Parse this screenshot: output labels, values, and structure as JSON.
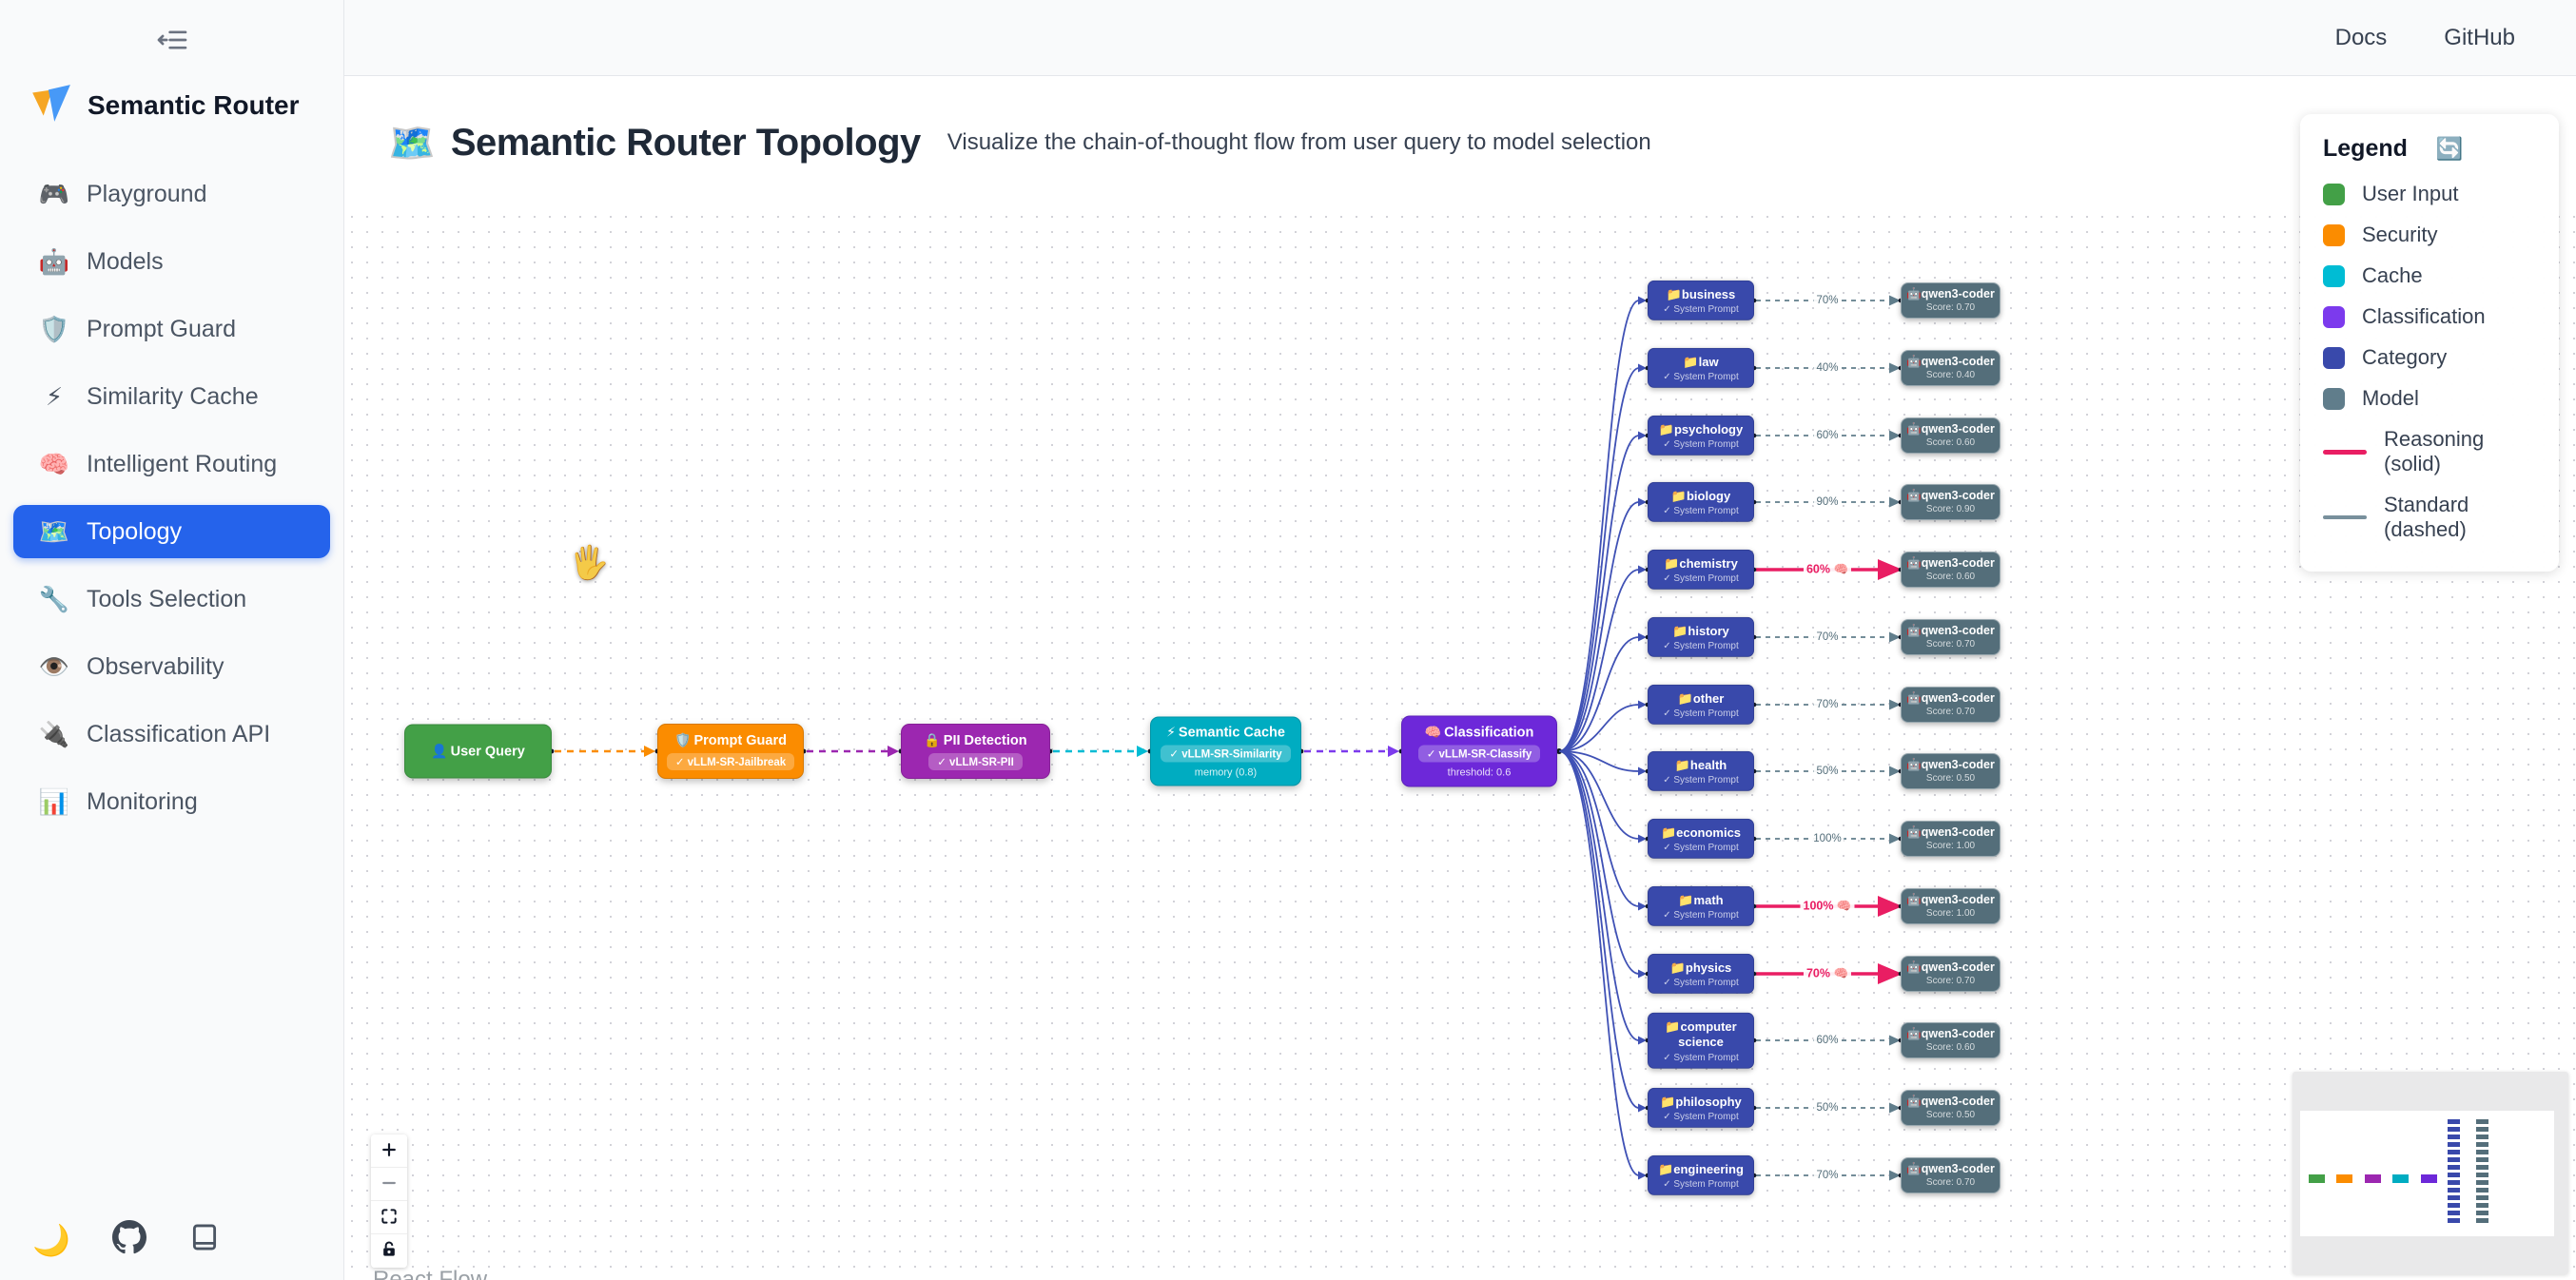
{
  "topbar": {
    "links": [
      {
        "label": "Docs"
      },
      {
        "label": "GitHub"
      }
    ]
  },
  "sidebar": {
    "logo_text": "Semantic Router",
    "items": [
      {
        "icon": "🎮",
        "label": "Playground"
      },
      {
        "icon": "🤖",
        "label": "Models"
      },
      {
        "icon": "🛡️",
        "label": "Prompt Guard"
      },
      {
        "icon": "⚡",
        "label": "Similarity Cache"
      },
      {
        "icon": "🧠",
        "label": "Intelligent Routing"
      },
      {
        "icon": "🗺️",
        "label": "Topology",
        "active": true
      },
      {
        "icon": "🔧",
        "label": "Tools Selection"
      },
      {
        "icon": "👁️",
        "label": "Observability"
      },
      {
        "icon": "🔌",
        "label": "Classification API"
      },
      {
        "icon": "📊",
        "label": "Monitoring"
      }
    ],
    "footer": {
      "theme_icon": "🌙"
    }
  },
  "page": {
    "icon": "🗺️",
    "title": "Semantic Router Topology",
    "subtitle": "Visualize the chain-of-thought flow from user query to model selection"
  },
  "legend": {
    "title": "Legend",
    "refresh_icon": "🔄",
    "items": [
      {
        "label": "User Input",
        "color": "#43a047"
      },
      {
        "label": "Security",
        "color": "#fb8c00"
      },
      {
        "label": "Cache",
        "color": "#00bcd4"
      },
      {
        "label": "Classification",
        "color": "#7c3aed"
      },
      {
        "label": "Category",
        "color": "#3949ab"
      },
      {
        "label": "Model",
        "color": "#607d8b"
      }
    ],
    "lines": [
      {
        "label": "Reasoning (solid)",
        "color": "#e91e63",
        "style": "solid"
      },
      {
        "label": "Standard (dashed)",
        "color": "#78909c",
        "style": "dashed"
      }
    ]
  },
  "flow": {
    "pipeline": [
      {
        "icon": "👤",
        "label": "User Query",
        "color": "#43a047"
      },
      {
        "icon": "🛡️",
        "label": "Prompt Guard",
        "badge": "✓ vLLM-SR-Jailbreak",
        "color": "#fb8c00"
      },
      {
        "icon": "🔒",
        "label": "PII Detection",
        "badge": "✓ vLLM-SR-PII",
        "color": "#9c27b0"
      },
      {
        "icon": "⚡",
        "label": "Semantic Cache",
        "badge": "✓ vLLM-SR-Similarity",
        "sub": "memory (0.8)",
        "color": "#00acc1"
      },
      {
        "icon": "🧠",
        "label": "Classification",
        "badge": "✓ vLLM-SR-Classify",
        "sub": "threshold: 0.6",
        "color": "#6d28d9"
      }
    ],
    "pipeline_edge_colors": [
      "#fb8c00",
      "#9c27b0",
      "#00bcd4",
      "#7c3aed"
    ],
    "category_icon": "📁",
    "category_sub": "✓ System Prompt",
    "category_color": "#3949ab",
    "model_icon": "🤖",
    "model_label": "qwen3-coder",
    "model_color": "#546e7a",
    "fanout_color": "#3f51b5",
    "reasoning_color": "#e91e63",
    "standard_color": "#607d8b",
    "reasoning_brain": "🧠",
    "categories": [
      {
        "name": "business",
        "pct": "70%",
        "score": "Score: 0.70",
        "reasoning": false
      },
      {
        "name": "law",
        "pct": "40%",
        "score": "Score: 0.40",
        "reasoning": false
      },
      {
        "name": "psychology",
        "pct": "60%",
        "score": "Score: 0.60",
        "reasoning": false
      },
      {
        "name": "biology",
        "pct": "90%",
        "score": "Score: 0.90",
        "reasoning": false
      },
      {
        "name": "chemistry",
        "pct": "60%",
        "score": "Score: 0.60",
        "reasoning": true
      },
      {
        "name": "history",
        "pct": "70%",
        "score": "Score: 0.70",
        "reasoning": false
      },
      {
        "name": "other",
        "pct": "70%",
        "score": "Score: 0.70",
        "reasoning": false
      },
      {
        "name": "health",
        "pct": "50%",
        "score": "Score: 0.50",
        "reasoning": false
      },
      {
        "name": "economics",
        "pct": "100%",
        "score": "Score: 1.00",
        "reasoning": false
      },
      {
        "name": "math",
        "pct": "100%",
        "score": "Score: 1.00",
        "reasoning": true
      },
      {
        "name": "physics",
        "pct": "70%",
        "score": "Score: 0.70",
        "reasoning": true
      },
      {
        "name": "computer science",
        "pct": "60%",
        "score": "Score: 0.60",
        "reasoning": false
      },
      {
        "name": "philosophy",
        "pct": "50%",
        "score": "Score: 0.50",
        "reasoning": false
      },
      {
        "name": "engineering",
        "pct": "70%",
        "score": "Score: 0.70",
        "reasoning": false
      }
    ],
    "attribution": "React Flow"
  }
}
